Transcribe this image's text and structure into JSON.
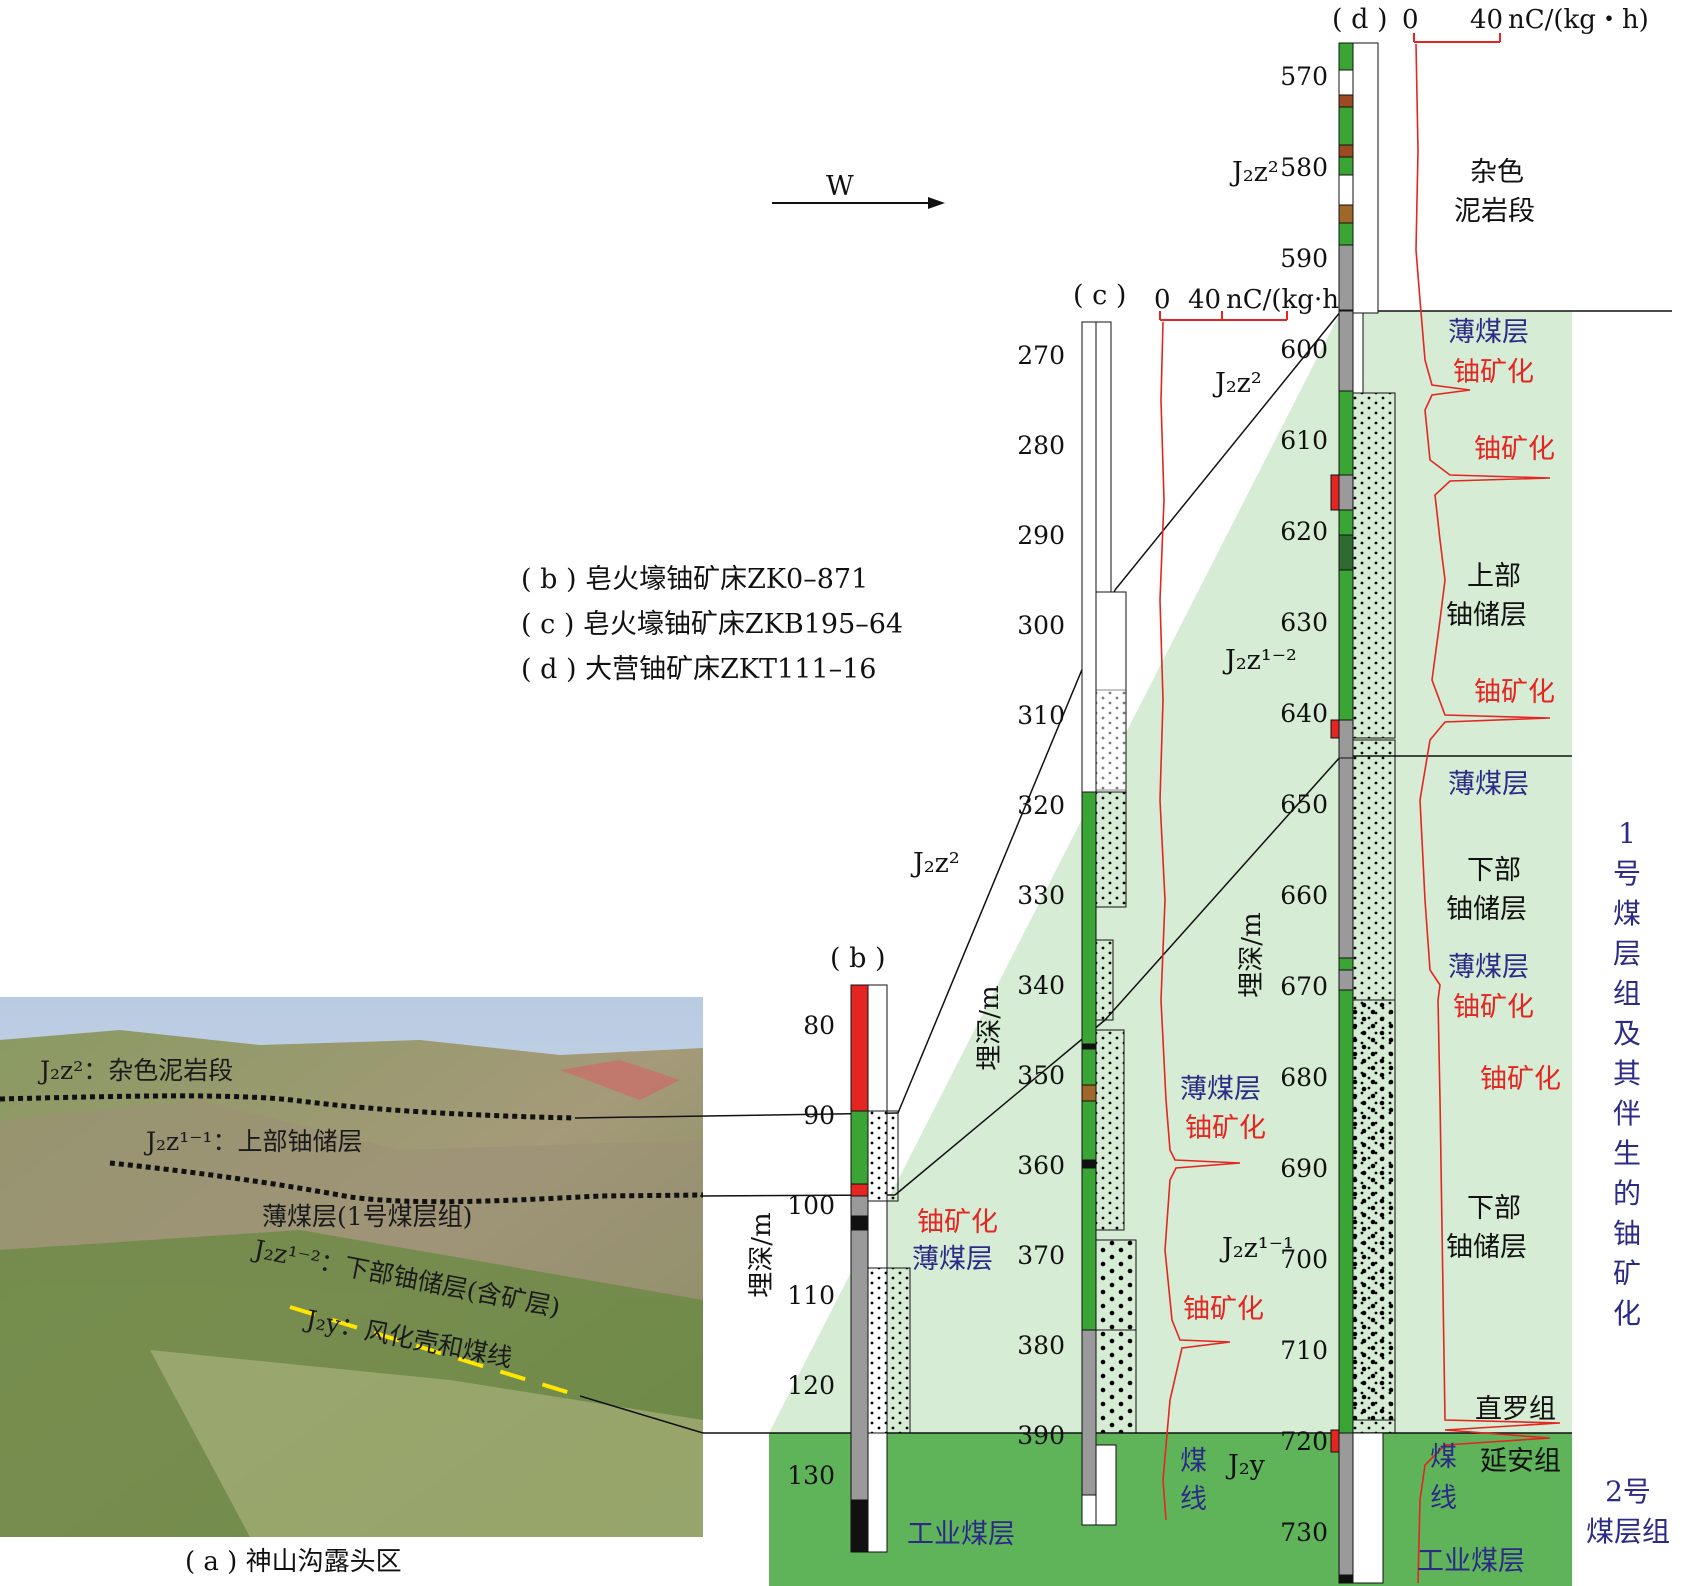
{
  "legend": [
    "( b ) 皂火壕铀矿床ZK0–871",
    "( c ) 皂火壕铀矿床ZKB195–64",
    "( d ) 大营铀矿床ZKT111–16"
  ],
  "arrow_label": "W",
  "photo": {
    "caption": "( a ) 神山沟露头区",
    "labels": [
      "J₂z²：杂色泥岩段",
      "J₂z¹⁻¹：上部铀储层",
      "薄煤层(1号煤层组)",
      "J₂z¹⁻²：下部铀储层(含矿层)",
      "J₂y：风化壳和煤线"
    ]
  },
  "wells": {
    "b": {
      "header": "( b )",
      "depth_axis_label": "埋深/m",
      "depth_ticks": [
        "80",
        "90",
        "100",
        "110",
        "120",
        "130"
      ],
      "labels": {
        "mineral": "铀矿化",
        "coal": "薄煤层"
      }
    },
    "c": {
      "header": "( c )",
      "depth_axis_label": "埋深/m",
      "depth_ticks": [
        "270",
        "280",
        "290",
        "300",
        "310",
        "320",
        "330",
        "340",
        "350",
        "360",
        "370",
        "380",
        "390"
      ],
      "gamma_scale": {
        "zero": "0",
        "forty": "40",
        "unit": "nC/(kg·h"
      },
      "unit_labels": {
        "upper": "J₂z²",
        "lower": "J₂z¹⁻¹",
        "yanan": "J₂y"
      },
      "labels": {
        "coal": "薄煤层",
        "mineral1": "铀矿化",
        "mineral2": "铀矿化",
        "coal_line1": "煤",
        "coal_line2": "线"
      }
    },
    "d": {
      "header": "( d )",
      "depth_axis_label": "埋深/m",
      "depth_ticks": [
        "570",
        "580",
        "590",
        "600",
        "610",
        "620",
        "630",
        "640",
        "650",
        "660",
        "670",
        "680",
        "690",
        "700",
        "710",
        "720",
        "730"
      ],
      "gamma_scale": {
        "zero": "0",
        "forty": "40",
        "unit": "nC/(kg・h)"
      },
      "unit_labels": {
        "upper": "J₂z²",
        "mid": "J₂z¹⁻²"
      },
      "labels": {
        "zase1": "杂色",
        "zase2": "泥岩段",
        "coal1": "薄煤层",
        "min1": "铀矿化",
        "min2": "铀矿化",
        "upper1": "上部",
        "upper2": "铀储层",
        "min3": "铀矿化",
        "coal2": "薄煤层",
        "lower1": "下部",
        "lower2": "铀储层",
        "coal3": "薄煤层",
        "min4": "铀矿化",
        "min5": "铀矿化",
        "lower3": "下部",
        "lower4": "铀储层",
        "zhiluo": "直罗组",
        "yanan": "延安组",
        "coal_line1": "煤",
        "coal_line2": "线",
        "industrial": "工业煤层"
      }
    }
  },
  "industrial_coal_label": "工业煤层",
  "right_labels": {
    "group1": [
      "1",
      "号",
      "煤",
      "层",
      "组",
      "及",
      "其",
      "伴",
      "生",
      "的",
      "铀",
      "矿",
      "化"
    ],
    "group2": [
      "2号",
      "煤层组"
    ]
  },
  "colors": {
    "green": "#3aa535",
    "light_green": "#d6ecd4",
    "coal_band": "#5fb45a",
    "red": "#e42522",
    "blue_label": "#2b2a86",
    "gamma_line": "#e42522"
  }
}
